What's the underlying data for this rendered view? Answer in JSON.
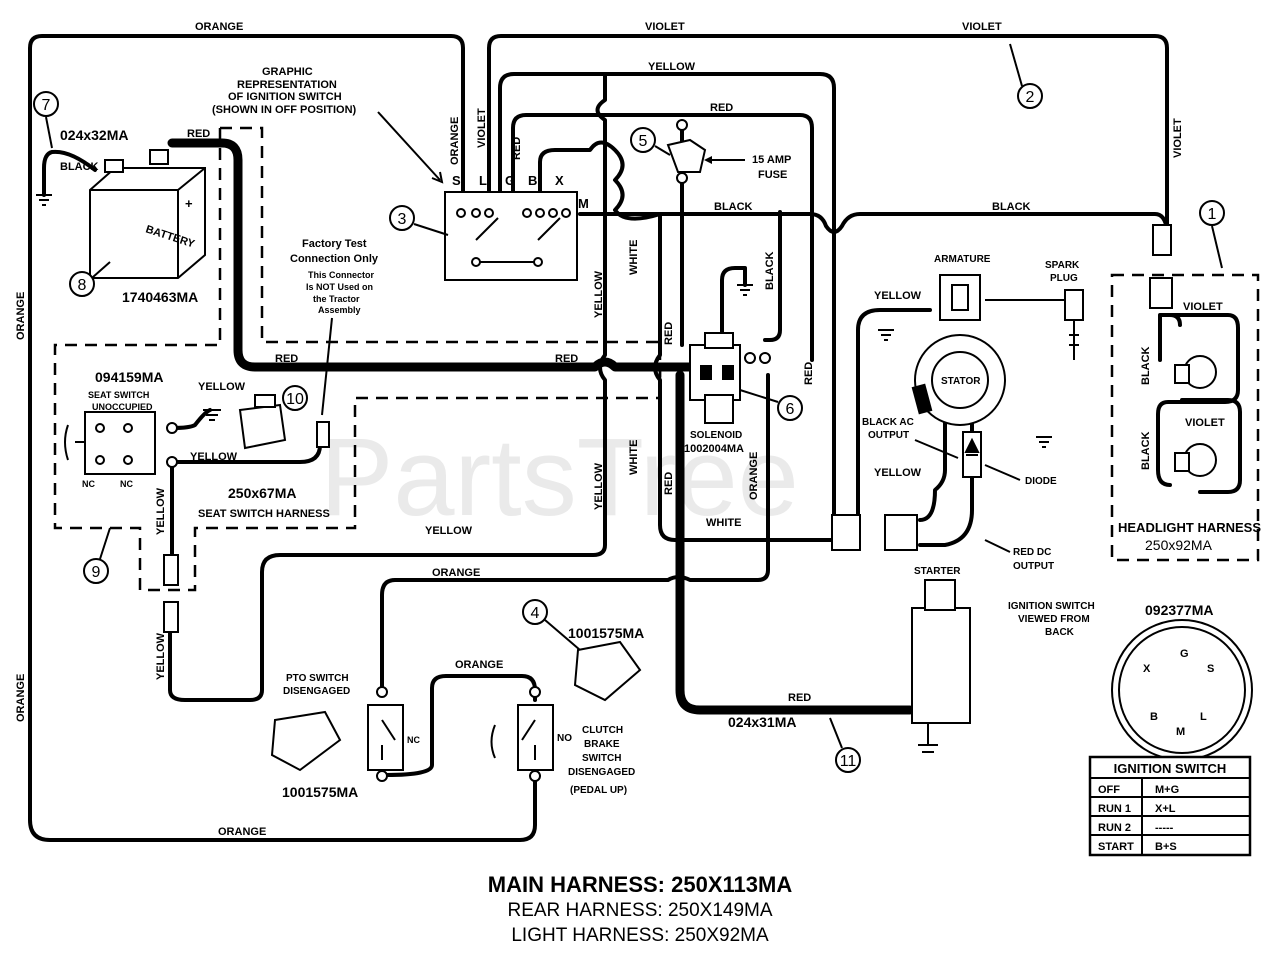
{
  "watermark": "PartsTree",
  "wire_labels": {
    "orange": "ORANGE",
    "violet": "VIOLET",
    "yellow": "YELLOW",
    "red": "RED",
    "black": "BLACK",
    "white": "WHITE"
  },
  "callouts": [
    "1",
    "2",
    "3",
    "4",
    "5",
    "6",
    "7",
    "8",
    "9",
    "10",
    "11"
  ],
  "labels": {
    "graphic_rep_1": "GRAPHIC",
    "graphic_rep_2": "REPRESENTATION",
    "graphic_rep_3": "OF IGNITION SWITCH",
    "graphic_rep_4": "(SHOWN IN OFF POSITION)",
    "switch_letters": [
      "S",
      "L",
      "G",
      "B",
      "X",
      "M"
    ],
    "fuse_1": "15 AMP",
    "fuse_2": "FUSE",
    "battery_part": "024x32MA",
    "battery_number": "1740463MA",
    "battery_word": "BATTERY",
    "factory_1": "Factory Test",
    "factory_2": "Connection Only",
    "factory_3": "This Connector",
    "factory_4": "Is NOT Used on",
    "factory_5": "the Tractor",
    "factory_6": "Assembly",
    "seat_part": "094159MA",
    "seat_1": "SEAT SWITCH",
    "seat_2": "UNOCCUPIED",
    "nc": "NC",
    "seat_harness_part": "250x67MA",
    "seat_harness": "SEAT SWITCH HARNESS",
    "solenoid": "SOLENOID",
    "solenoid_part": "1002004MA",
    "armature": "ARMATURE",
    "spark_1": "SPARK",
    "spark_2": "PLUG",
    "stator": "STATOR",
    "black_ac_1": "BLACK AC",
    "black_ac_2": "OUTPUT",
    "diode": "DIODE",
    "red_dc_1": "RED DC",
    "red_dc_2": "OUTPUT",
    "starter": "STARTER",
    "headlight_harness": "HEADLIGHT HARNESS",
    "headlight_part": "250x92MA",
    "ign_view_1": "IGNITION SWITCH",
    "ign_view_2": "VIEWED FROM",
    "ign_view_3": "BACK",
    "ign_part": "092377MA",
    "pto_1": "PTO SWITCH",
    "pto_2": "DISENGAGED",
    "pto_part": "1001575MA",
    "sw4_part": "1001575MA",
    "no": "NO",
    "clutch_1": "CLUTCH",
    "clutch_2": "BRAKE",
    "clutch_3": "SWITCH",
    "clutch_4": "DISENGAGED",
    "clutch_5": "(PEDAL UP)",
    "red_cable_part": "024x31MA",
    "ign_face_letters": [
      "G",
      "S",
      "X",
      "L",
      "B",
      "M"
    ]
  },
  "ignition_table": {
    "title": "IGNITION SWITCH",
    "rows": [
      [
        "OFF",
        "M+G"
      ],
      [
        "RUN 1",
        "X+L"
      ],
      [
        "RUN 2",
        "-----"
      ],
      [
        "START",
        "B+S"
      ]
    ]
  },
  "footer": {
    "main": "MAIN HARNESS: 250X113MA",
    "rear": "REAR HARNESS: 250X149MA",
    "light": "LIGHT HARNESS: 250X92MA"
  }
}
